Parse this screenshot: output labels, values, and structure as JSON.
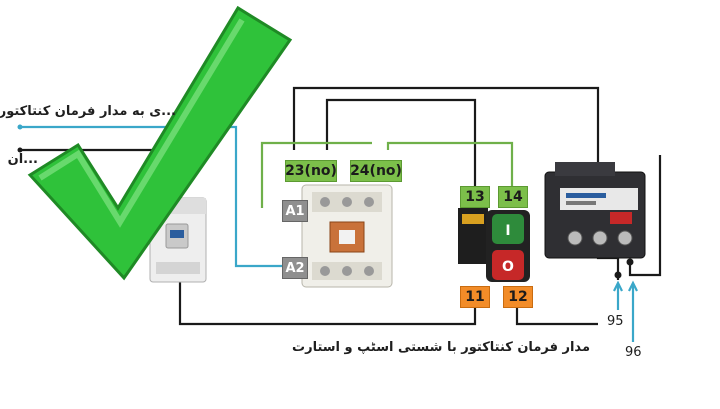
{
  "title_top": "...ی به مدار فرمان کنتاکتور",
  "title_second": "...ان",
  "caption_bottom": "مدار فرمان کنتاکتور با شستی اسٹپ و استارت",
  "terminals": {
    "no23": "23(no)",
    "no24": "24(no)",
    "a1": "A1",
    "a2": "A2",
    "t13": "13",
    "t14": "14",
    "t11": "11",
    "t12": "12",
    "t95": "95",
    "t96": "96"
  },
  "button_symbols": {
    "start": "I",
    "stop": "O"
  },
  "overlay_icon": "check-mark-icon",
  "colors": {
    "wire_black": "#1a1a1a",
    "wire_blue": "#3aa7c9",
    "wire_green": "#6fb04a",
    "tag_green": "#7cbf4a",
    "tag_orange": "#f28c28",
    "tag_gray": "#8f8f8f",
    "check_green": "#33c43a"
  }
}
